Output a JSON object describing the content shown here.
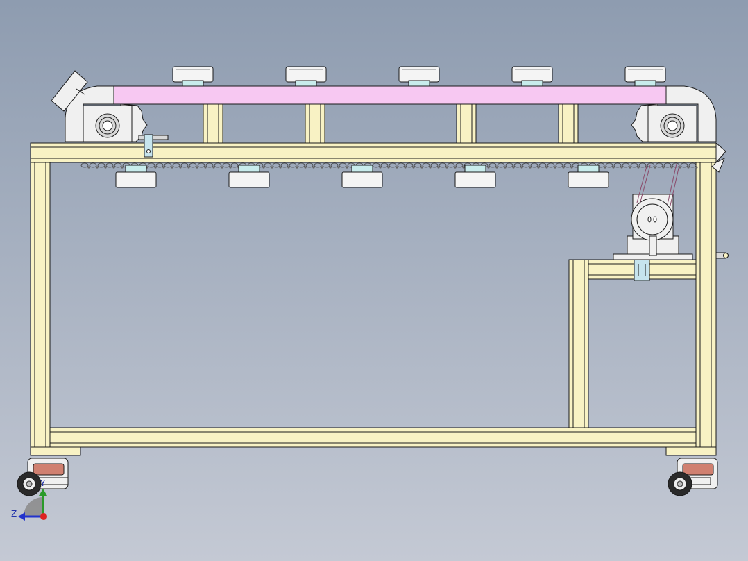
{
  "window": {
    "background_top": "#8e9cb0",
    "background_bottom": "#c4c9d4"
  },
  "triad": {
    "y_label": "Y",
    "z_label": "Z",
    "y_color": "#2a9a2a",
    "z_color": "#2233cc",
    "x_color": "#dd2222"
  },
  "colors": {
    "frame_fill": "#f8f2c4",
    "frame_stroke": "#1a1a1a",
    "belt_fill": "#f7c8f2",
    "housing_fill": "#f0f0f0",
    "bearing_fill": "#d8d8d8",
    "cleat_fill": "#f4f4f4",
    "cleat_base_fill": "#c8ecec",
    "bracket_fill": "#c6e4ee",
    "motor_belt": "#8a4a6a",
    "caster_wheel": "#2a2a2a",
    "leveler_pad": "#d08070"
  },
  "conveyor": {
    "upper_cleat_count": 5,
    "lower_cleat_count": 5
  }
}
